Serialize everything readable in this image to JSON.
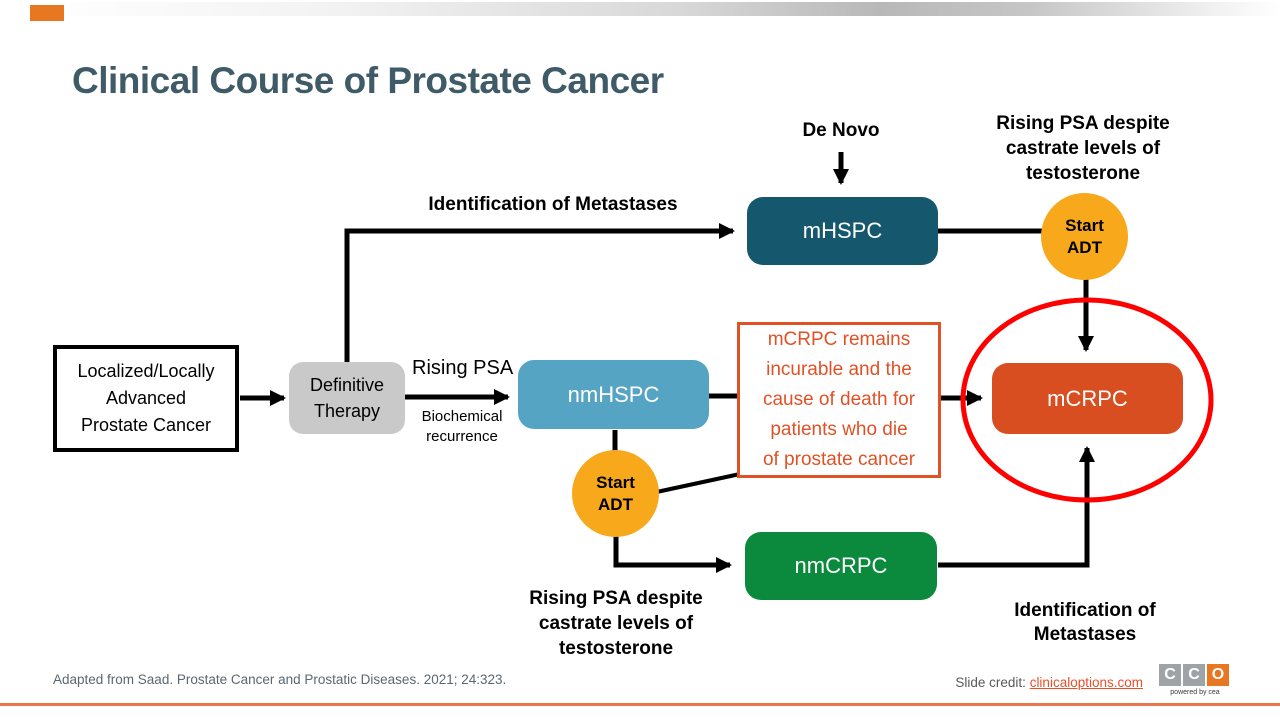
{
  "slide": {
    "title": "Clinical Course of Prostate Cancer",
    "footer": {
      "reference": "Adapted from Saad. Prostate Cancer and Prostatic Diseases. 2021; 24:323.",
      "credit_label": "Slide credit: ",
      "credit_link": "clinicaloptions.com",
      "logo": {
        "c1": "C",
        "c2": "C",
        "o": "O",
        "tagline": "powered by cea"
      }
    }
  },
  "diagram": {
    "nodes": {
      "localized": {
        "label": [
          "Localized/Locally",
          "Advanced",
          "Prostate Cancer"
        ]
      },
      "definitive_therapy": {
        "label": [
          "Definitive",
          "Therapy"
        ]
      },
      "mhspc": {
        "label": "mHSPC",
        "color": "#15586E"
      },
      "nmhspc": {
        "label": "nmHSPC",
        "color": "#55A4C4"
      },
      "mcrpc": {
        "label": "mCRPC",
        "color": "#D94E20"
      },
      "nmcrpc": {
        "label": "nmCRPC",
        "color": "#0B8A3D"
      },
      "start_adt": {
        "label": [
          "Start",
          "ADT"
        ],
        "color": "#F7A81B"
      }
    },
    "labels": {
      "de_novo": "De Novo",
      "identification_top": "Identification of Metastases",
      "rising_psa_top": [
        "Rising PSA despite",
        "castrate levels of",
        "testosterone"
      ],
      "rising_psa": "Rising PSA",
      "biochemical_recurrence": [
        "Biochemical",
        "recurrence"
      ],
      "rising_psa_bottom": [
        "Rising PSA despite",
        "castrate levels of",
        "testosterone"
      ],
      "identification_bottom": [
        "Identification of",
        "Metastases"
      ],
      "mcrpc_note": [
        "mCRPC remains",
        "incurable and the",
        "cause of death for",
        "patients who die",
        "of prostate cancer"
      ]
    },
    "colors": {
      "accent_orange": "#E87722",
      "note_orange": "#E05226",
      "ellipse_red": "#FF0000",
      "bottom_rule": "#E8764B",
      "title_color": "#3F5B68",
      "adt_amber": "#F7A81B",
      "definitive_gray": "#C9C9C9"
    }
  }
}
